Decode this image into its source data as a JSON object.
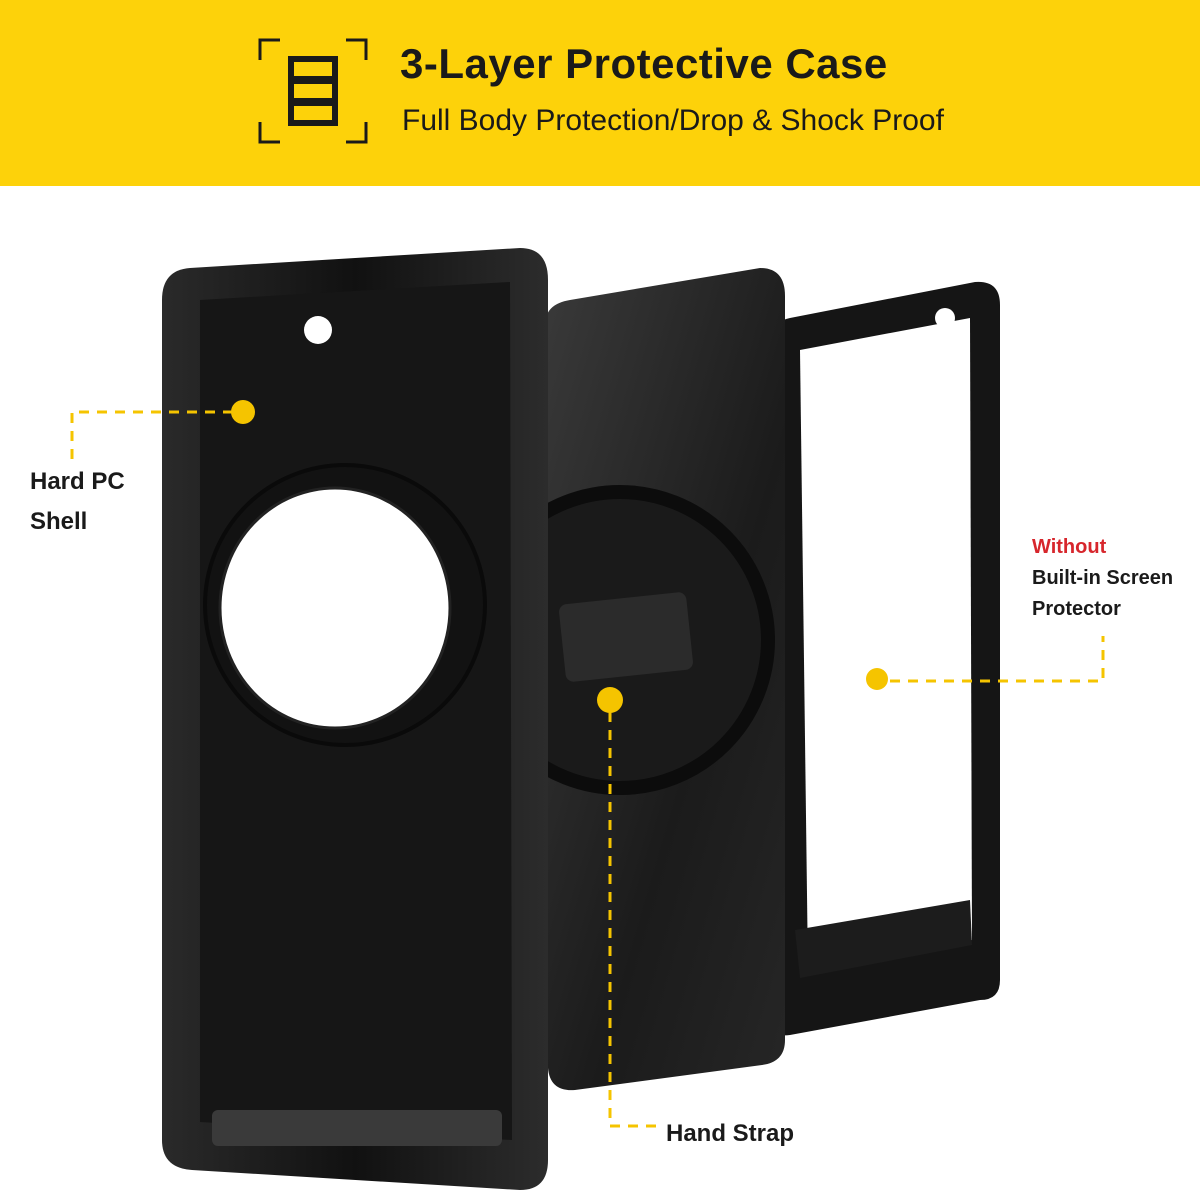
{
  "banner": {
    "title": "3-Layer Protective Case",
    "subtitle": "Full Body Protection/Drop & Shock Proof",
    "icon": "layers-icon",
    "background": "#FDD20A"
  },
  "callouts": {
    "shell": {
      "line1": "Hard PC",
      "line2": "Shell"
    },
    "screen": {
      "line1": "Without",
      "line2": "Built-in Screen",
      "line3": "Protector",
      "highlight_color": "#D7262C"
    },
    "strap": {
      "label": "Hand Strap"
    }
  },
  "colors": {
    "accent": "#F5C400",
    "case": "#141414"
  }
}
